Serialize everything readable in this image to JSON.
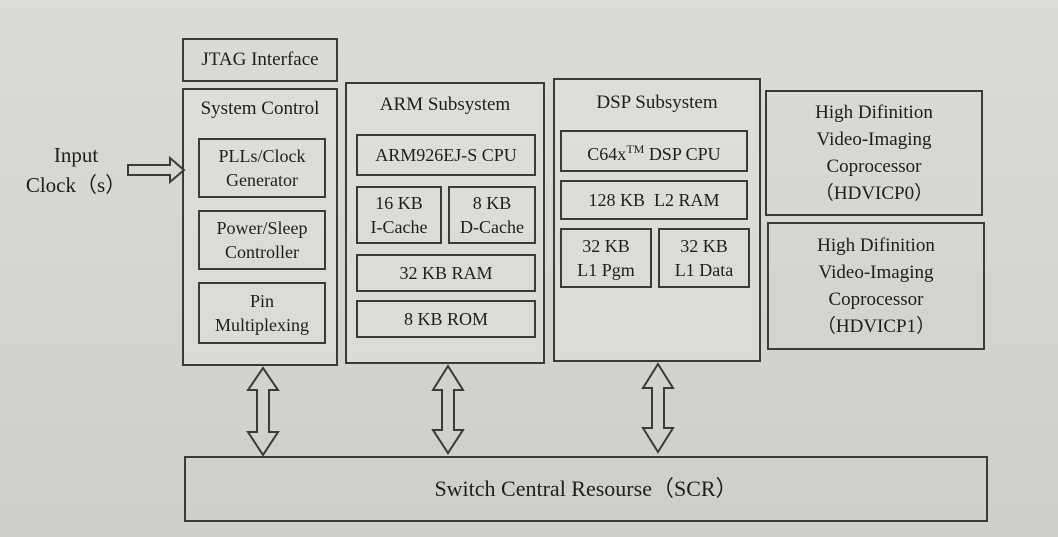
{
  "jtag": {
    "label": "JTAG Interface"
  },
  "input_clock": {
    "line1": "Input",
    "line2": "Clock（s）"
  },
  "system_control": {
    "title": "System Control",
    "pll": {
      "line1": "PLLs/Clock",
      "line2": "Generator"
    },
    "power": {
      "line1": "Power/Sleep",
      "line2": "Controller"
    },
    "pin": {
      "line1": "Pin",
      "line2": "Multiplexing"
    }
  },
  "arm": {
    "title": "ARM Subsystem",
    "cpu": "ARM926EJ-S CPU",
    "icache": {
      "line1": "16 KB",
      "line2": "I-Cache"
    },
    "dcache": {
      "line1": "8 KB",
      "line2": "D-Cache"
    },
    "ram": "32 KB RAM",
    "rom": "8 KB ROM"
  },
  "dsp": {
    "title": "DSP Subsystem",
    "cpu_prefix": "C64x",
    "cpu_sup": "TM",
    "cpu_suffix": " DSP CPU",
    "l2": "128 KB  L2 RAM",
    "l1pgm": {
      "line1": "32 KB",
      "line2": "L1 Pgm"
    },
    "l1data": {
      "line1": "32 KB",
      "line2": "L1 Data"
    }
  },
  "hdvicp0": {
    "line1": "High Difinition",
    "line2": "Video-Imaging",
    "line3": "Coprocessor",
    "line4": "（HDVICP0）"
  },
  "hdvicp1": {
    "line1": "High Difinition",
    "line2": "Video-Imaging",
    "line3": "Coprocessor",
    "line4": "（HDVICP1）"
  },
  "scr": {
    "label": "Switch Central Resourse（SCR）"
  }
}
